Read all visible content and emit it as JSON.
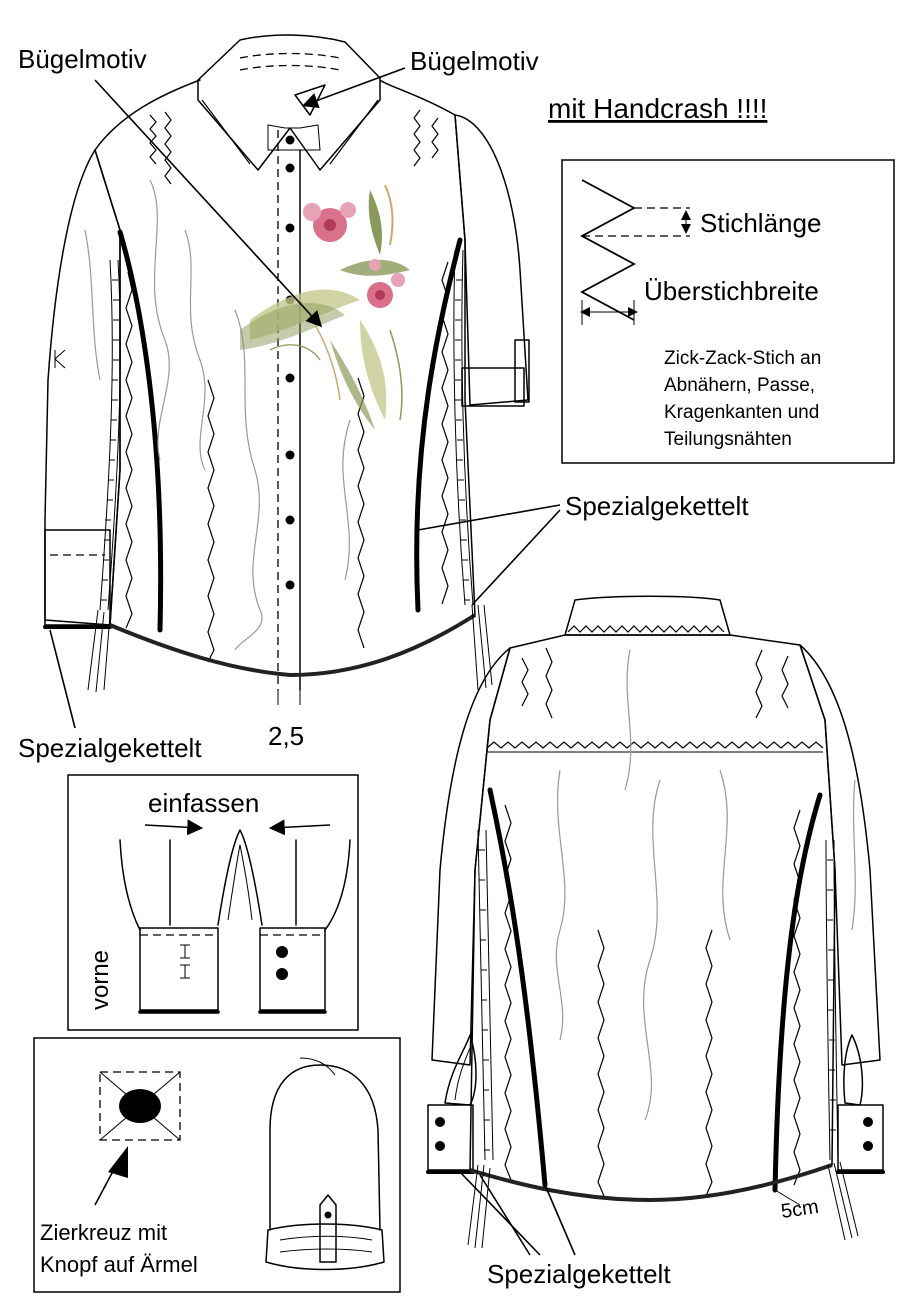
{
  "labels": {
    "motif_left": "Bügelmotiv",
    "motif_right": "Bügelmotiv",
    "handcrash": "mit Handcrash !!!!",
    "stichlaenge": "Stichlänge",
    "ueberstichbreite": "Überstichbreite",
    "zickzack": [
      "Zick-Zack-Stich an",
      "Abnähern, Passe,",
      "Kragenkanten und",
      "Teilungsnähten"
    ],
    "spezial_right": "Spezialgekettelt",
    "spezial_left": "Spezialgekettelt",
    "spezial_bottom": "Spezialgekettelt",
    "placket_width": "2,5",
    "einfassen": "einfassen",
    "vorne": "vorne",
    "zierkreuz": [
      "Zierkreuz mit",
      "Knopf auf Ärmel"
    ],
    "hem_5cm": "5cm"
  },
  "colors": {
    "line": "#000000",
    "crash": "#999999",
    "hem": "#222222",
    "flower_pink": "#d9708c",
    "flower_dark": "#b03a5c",
    "leaf_green": "#8a9a5b",
    "leaf_light": "#c4c98d",
    "leaf_tan": "#c9a86b"
  },
  "icons": [
    "zigzag-stitch-icon",
    "button-icon",
    "cross-stitch-icon",
    "arrow-icon"
  ]
}
